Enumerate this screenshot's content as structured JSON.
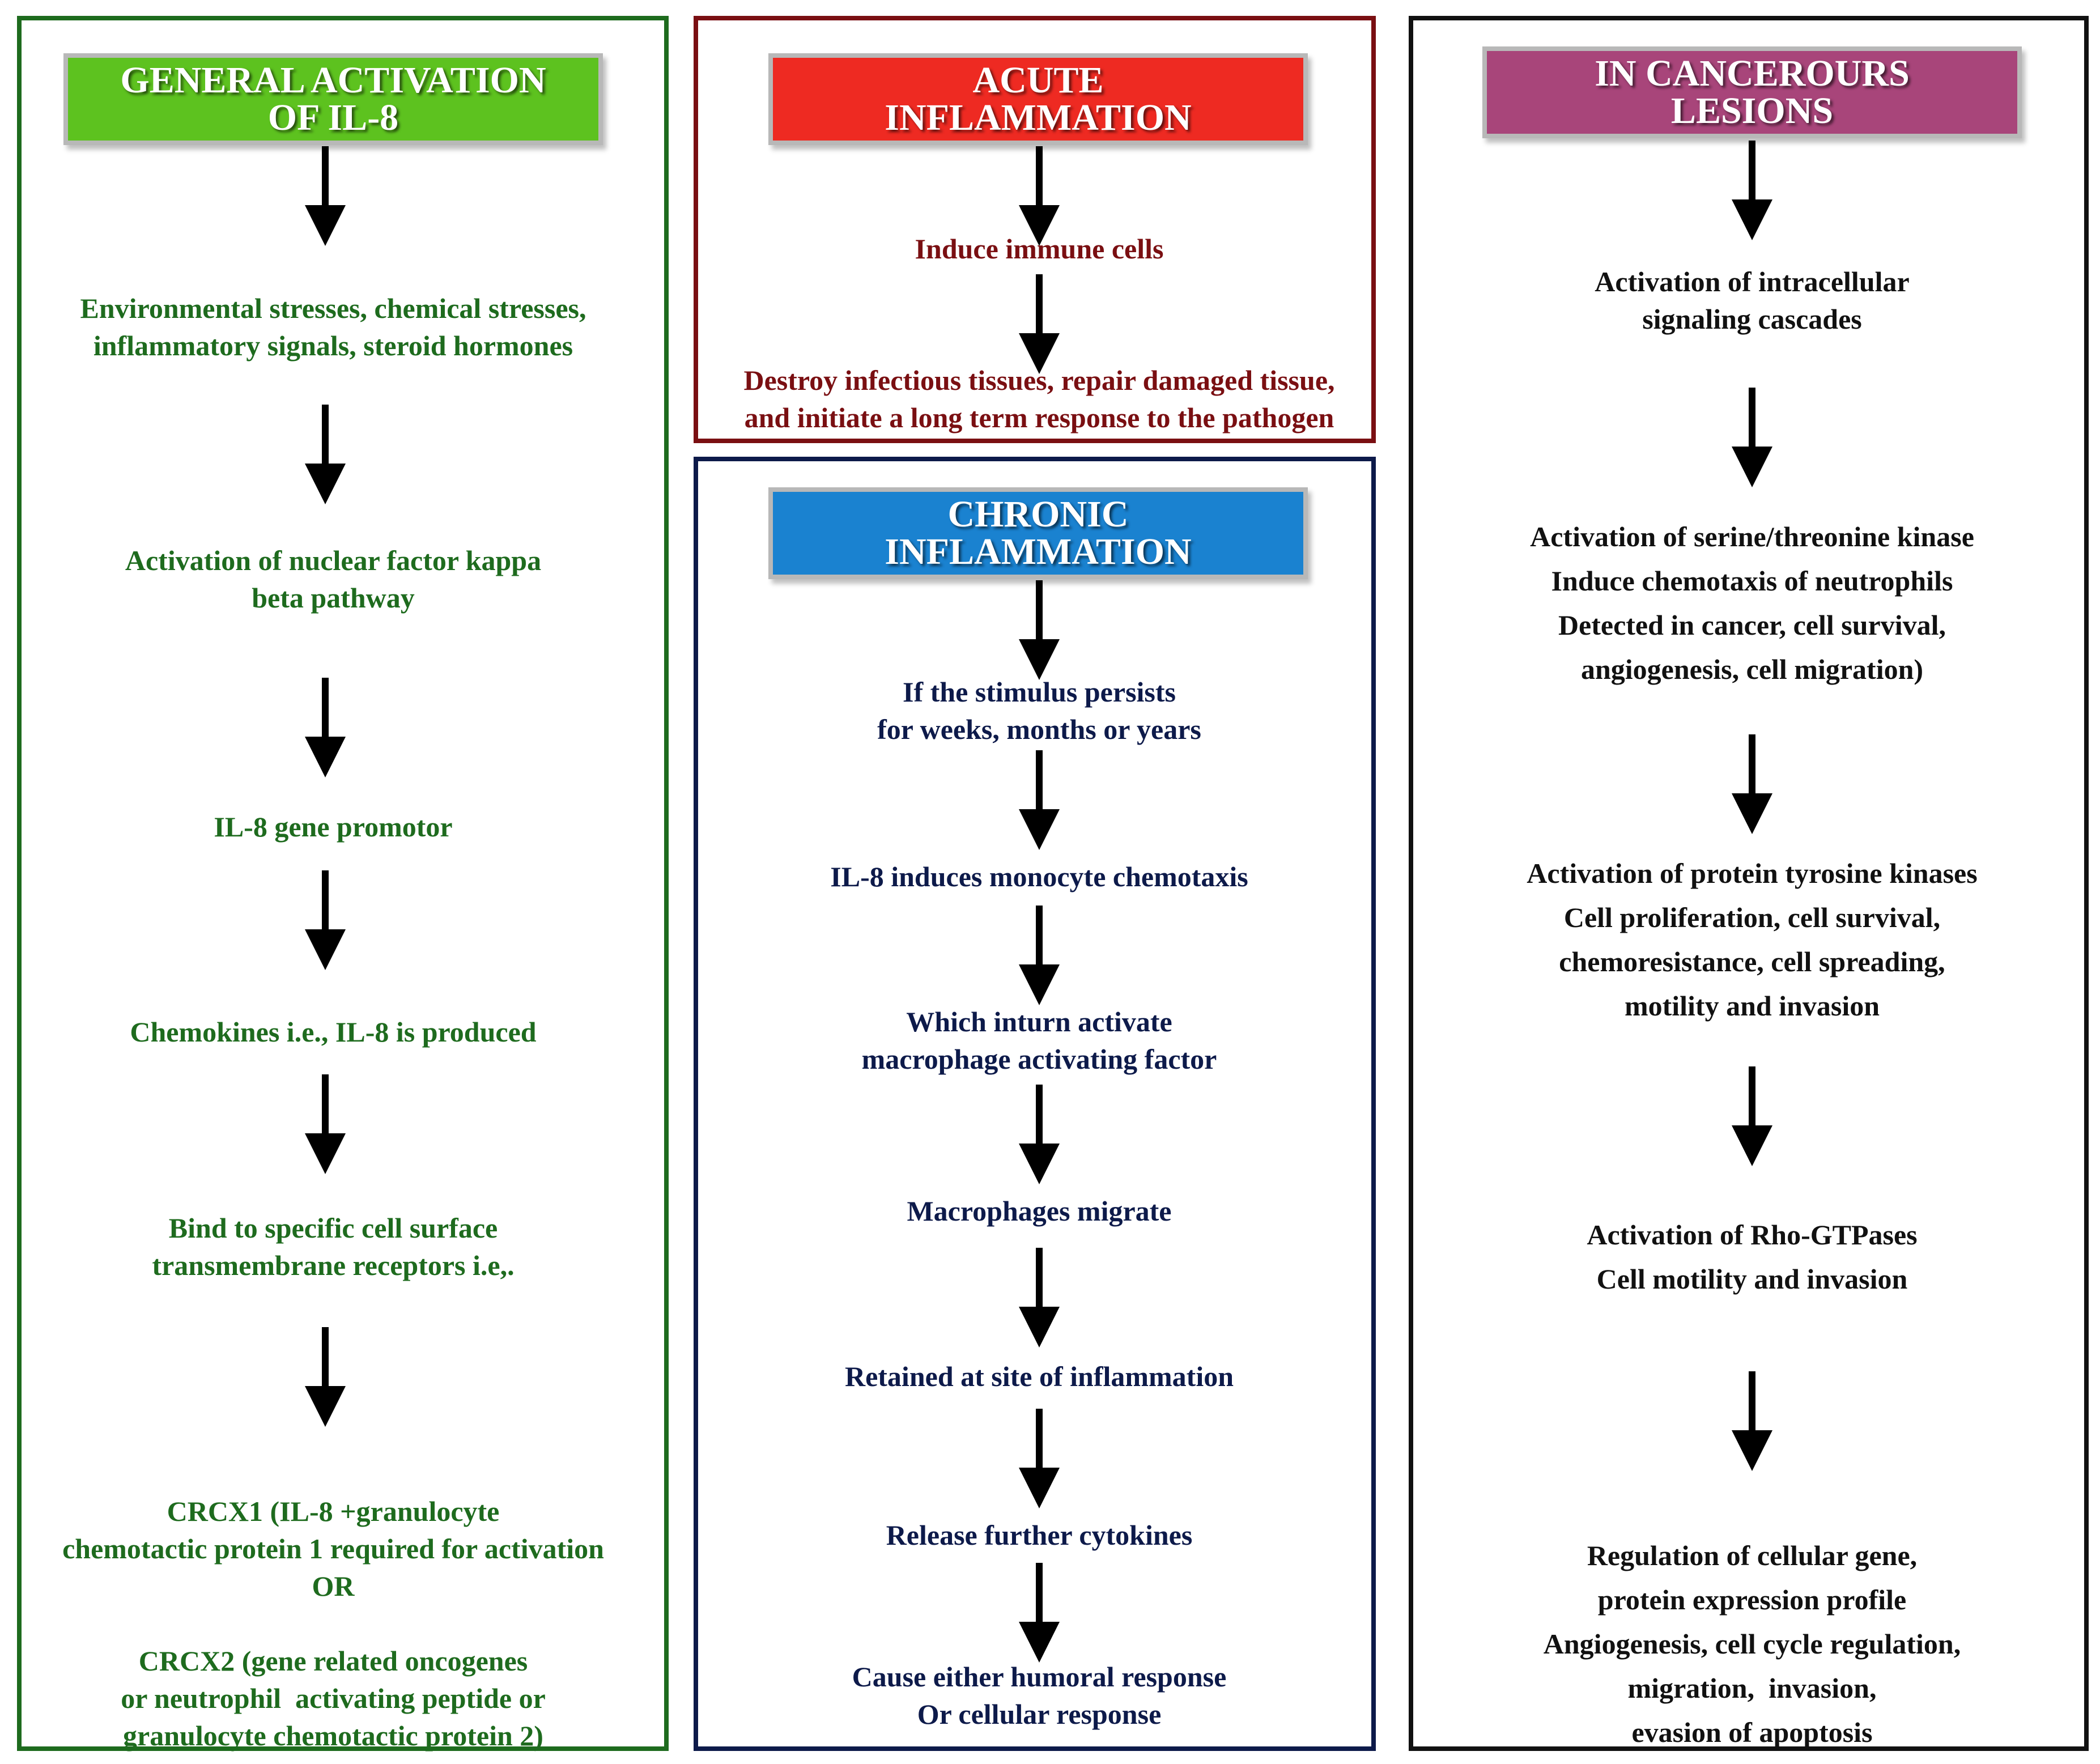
{
  "colors": {
    "general": "#1e6b1e",
    "general_header": "#5dc21f",
    "acute": "#7a0f12",
    "acute_header": "#ee2a22",
    "chronic": "#0d1a4a",
    "chronic_header": "#1a82d0",
    "cancer": "#111111",
    "cancer_header": "#a8457a"
  },
  "general": {
    "header": "GENERAL ACTIVATION\nOF IL-8",
    "steps": [
      "Environmental stresses, chemical stresses,\ninflammatory signals, steroid hormones",
      "Activation of nuclear factor kappa\nbeta pathway",
      "IL-8 gene promotor",
      "Chemokines i.e., IL-8 is produced",
      "Bind to specific cell surface\ntransmembrane receptors i.e,.",
      "CRCX1 (IL-8 +granulocyte\nchemotactic protein 1 required for activation\nOR",
      "CRCX2 (gene related oncogenes\nor neutrophil  activating peptide or\ngranulocyte chemotactic protein 2)"
    ]
  },
  "acute": {
    "header": "ACUTE\nINFLAMMATION",
    "steps": [
      "Induce immune cells",
      "Destroy infectious tissues, repair damaged tissue,\nand initiate a long term response to the pathogen"
    ]
  },
  "chronic": {
    "header": "CHRONIC\nINFLAMMATION",
    "steps": [
      "If the stimulus persists\nfor weeks, months or years",
      "IL-8 induces monocyte chemotaxis",
      "Which inturn activate\nmacrophage activating factor",
      "Macrophages migrate",
      "Retained at site of inflammation",
      "Release further cytokines",
      "Cause either humoral response\nOr cellular response"
    ]
  },
  "cancer": {
    "header": "IN CANCEROURS\nLESIONS",
    "steps": [
      "Activation of intracellular\nsignaling cascades",
      "Activation of serine/threonine kinase\nInduce chemotaxis of neutrophils\nDetected in cancer, cell survival,\nangiogenesis, cell migration)",
      "Activation of protein tyrosine kinases\nCell proliferation, cell survival,\nchemoresistance, cell spreading,\nmotility and invasion",
      "Activation of Rho-GTPases\nCell motility and invasion",
      "Regulation of cellular gene,\nprotein expression profile\nAngiogenesis, cell cycle regulation,\nmigration,  invasion,\nevasion of apoptosis"
    ]
  }
}
